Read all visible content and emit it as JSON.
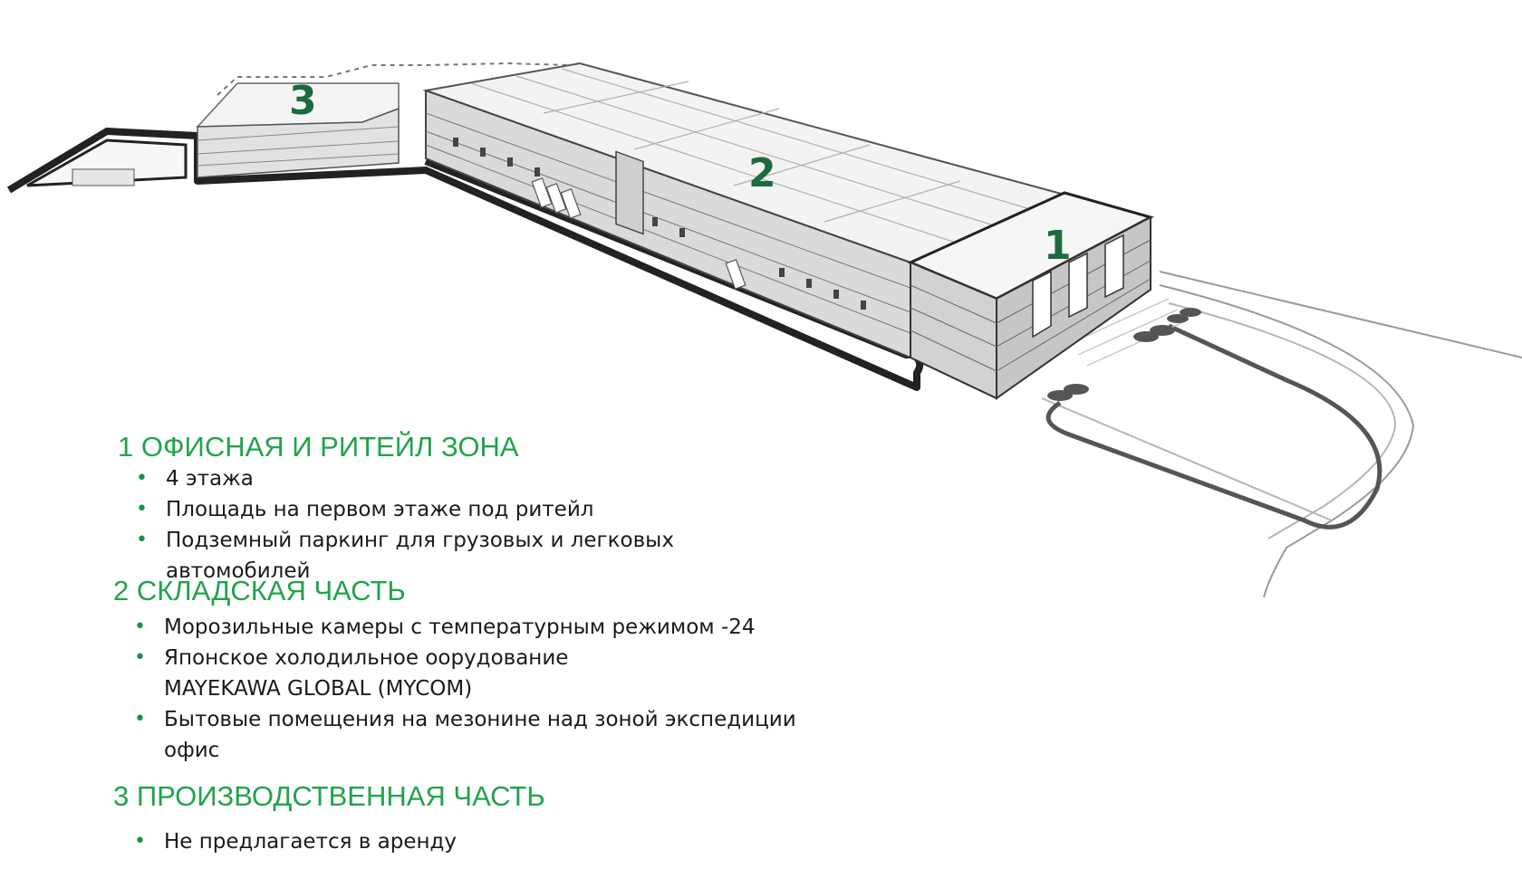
{
  "colors": {
    "zone_number": "#1c6b3f",
    "section_title": "#21a34a",
    "bullet": "#18924a",
    "body_text": "#1a1a1a",
    "outline": "#222222"
  },
  "drawing": {
    "zone_markers": [
      {
        "label": "3"
      },
      {
        "label": "2"
      },
      {
        "label": "1"
      }
    ]
  },
  "sections": [
    {
      "title": "1 ОФИСНАЯ И РИТЕЙЛ ЗОНА",
      "items": [
        "4 этажа",
        "Площадь на первом этаже под ритейл",
        "Подземный паркинг для грузовых и легковых автомобилей"
      ]
    },
    {
      "title": "2  СКЛАДСКАЯ ЧАСТЬ",
      "items": [
        "Морозильные камеры с температурным режимом -24",
        "Японское холодильное оорудование MAYEKAWA GLOBAL (MYCOM)",
        "Бытовые помещения на мезонине над зоной экспедиции офис"
      ]
    },
    {
      "title": "3  ПРОИЗВОДСТВЕННАЯ ЧАСТЬ",
      "items": [
        "Не предлагается в аренду"
      ]
    }
  ]
}
